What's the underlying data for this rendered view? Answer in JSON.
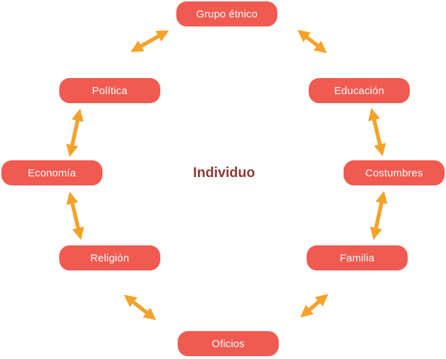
{
  "diagram": {
    "center": {
      "label": "Individuo"
    },
    "nodes": [
      {
        "id": "grupo-etnico",
        "label": "Grupo étnico"
      },
      {
        "id": "educacion",
        "label": "Educación"
      },
      {
        "id": "costumbres",
        "label": "Costumbres"
      },
      {
        "id": "familia",
        "label": "Familia"
      },
      {
        "id": "oficios",
        "label": "Oficios"
      },
      {
        "id": "religion",
        "label": "Religión"
      },
      {
        "id": "economia",
        "label": "Economía"
      },
      {
        "id": "politica",
        "label": "Política"
      }
    ],
    "connections": [
      {
        "from": "politica",
        "to": "grupo-etnico",
        "bidirectional": true
      },
      {
        "from": "grupo-etnico",
        "to": "educacion",
        "bidirectional": true
      },
      {
        "from": "educacion",
        "to": "costumbres",
        "bidirectional": true
      },
      {
        "from": "costumbres",
        "to": "familia",
        "bidirectional": true
      },
      {
        "from": "familia",
        "to": "oficios",
        "bidirectional": true
      },
      {
        "from": "oficios",
        "to": "religion",
        "bidirectional": true
      },
      {
        "from": "religion",
        "to": "economia",
        "bidirectional": true
      },
      {
        "from": "economia",
        "to": "politica",
        "bidirectional": true
      }
    ],
    "colors": {
      "node_fill": "#f05a50",
      "node_text": "#ffffff",
      "arrow": "#f6a229",
      "center_text": "#8c3a31",
      "background": "#ffffff"
    }
  }
}
